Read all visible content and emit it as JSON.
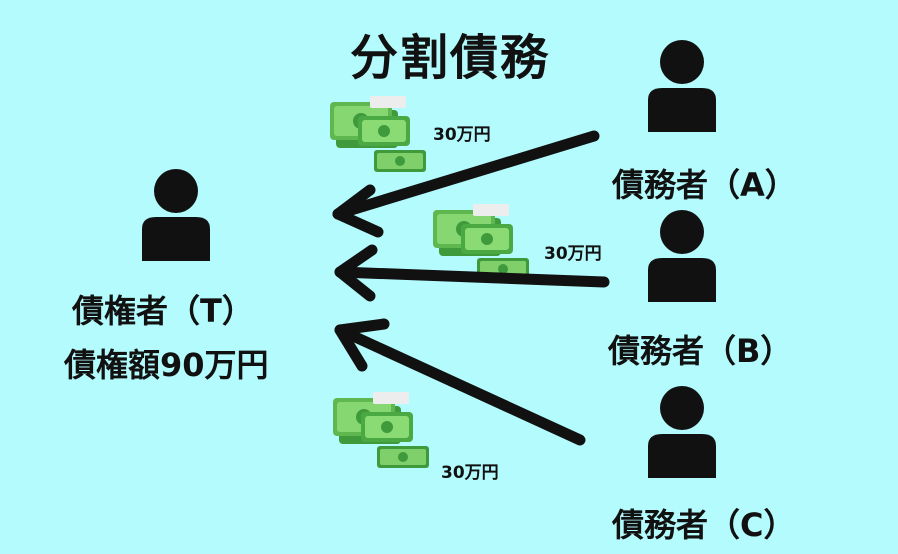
{
  "title": "分割債務",
  "creditor": {
    "label": "債権者（T）",
    "claim": "債権額90万円"
  },
  "debtors": [
    {
      "label": "債務者（A）",
      "amount": "30万円"
    },
    {
      "label": "債務者（B）",
      "amount": "30万円"
    },
    {
      "label": "債務者（C）",
      "amount": "30万円"
    }
  ],
  "icons": {
    "person": "person-icon",
    "money": "cash-stack-icon",
    "arrow": "arrow-left"
  },
  "colors": {
    "background": "#b3fbfd",
    "ink": "#111111",
    "money_dark": "#3f9a3c",
    "money_light": "#7fd06a"
  }
}
